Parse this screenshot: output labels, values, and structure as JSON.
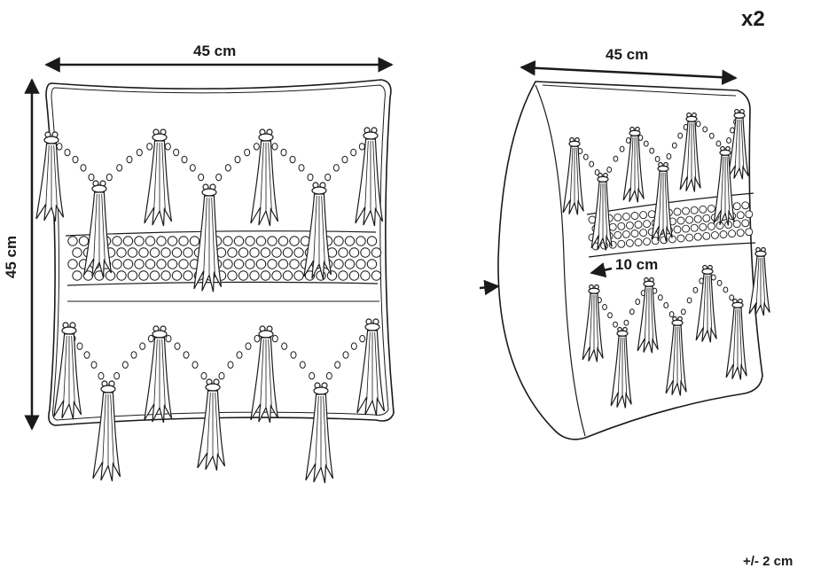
{
  "quantity": "x2",
  "tolerance": "+/- 2 cm",
  "front_view": {
    "width_label": "45 cm",
    "height_label": "45 cm"
  },
  "side_view": {
    "width_label": "45 cm",
    "depth_label": "10 cm"
  },
  "colors": {
    "line": "#1a1a1a",
    "background": "#ffffff"
  }
}
